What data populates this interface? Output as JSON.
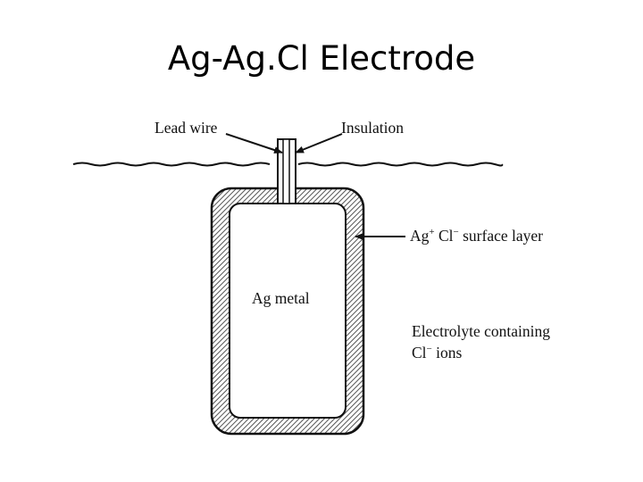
{
  "slide": {
    "title": "Ag-Ag.Cl Electrode"
  },
  "diagram": {
    "labels": {
      "lead_wire": "Lead wire",
      "insulation": "Insulation",
      "surface_layer_ag": "Ag",
      "surface_layer_plus": "+",
      "surface_layer_cl": " Cl",
      "surface_layer_minus": "−",
      "surface_layer_rest": " surface layer",
      "ag_metal": "Ag metal",
      "electrolyte_line1": "Electrolyte containing",
      "electrolyte_line2_cl": "Cl",
      "electrolyte_line2_minus": "−",
      "electrolyte_line2_rest": " ions"
    },
    "colors": {
      "stroke": "#111111",
      "hatch": "#555555",
      "background": "#ffffff"
    }
  }
}
